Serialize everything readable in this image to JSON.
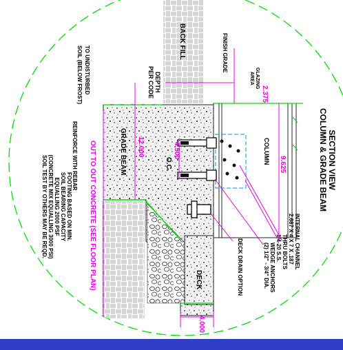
{
  "view_title": "SECTION VIEW",
  "view_subtitle": "COLUMN & GRADE BEAM",
  "labels": {
    "back_fill": "BACK FILL",
    "finish_grade": "FINISH GRADE",
    "to_undisturbed": "TO UNDISTURBED",
    "soil_below_frost": "SOIL (BELOW FROST)",
    "depth": "DEPTH",
    "per_code": "PER CODE",
    "glazing": "GLAZING",
    "area": "AREA",
    "column": "COLUMN",
    "grade_beam": "GRADE BEAM",
    "oc": "O.C.",
    "reinforce": "REINFORCE WITH REBAR",
    "out_to_out": "OUT TO OUT CONCRETE (SEE FLOOR PLAN)",
    "footing_1": "FOOTING BASED ON MIN.",
    "footing_2": "SOIL BEARING CAPACITY",
    "footing_3": "EQUALLING 2000 PSF",
    "footing_4": "(CONCRETE MIX EQUALLING 3000 PSI)",
    "footing_5": "SOIL TEST BY OTHERS MAY BE REQD.",
    "channel_1": "2.687 X 4 X 7 X .187",
    "channel_2": "INTERNAL CHANNEL",
    "bolts_1": "1/4-20 S.S.",
    "bolts_2": "THRU BOLTS",
    "anchors_1": "(2) 1/2\" - 3/4\" DIA.",
    "anchors_2": "WEDGE ANCHORS",
    "deck_drain": "DECK DRAIN OPTION",
    "deck": "DECK"
  },
  "dimensions": {
    "glazing_offset": "2.375",
    "column_width": "9.625",
    "grade_beam_width": "12.000",
    "anchor_spacing": "4.500",
    "deck_depth": "4.000"
  },
  "colors": {
    "dimension": "#e400e4",
    "boundary": "#00dd00",
    "column_outline": "#2aa8e0",
    "bottom_bar": "#2e40c8"
  }
}
